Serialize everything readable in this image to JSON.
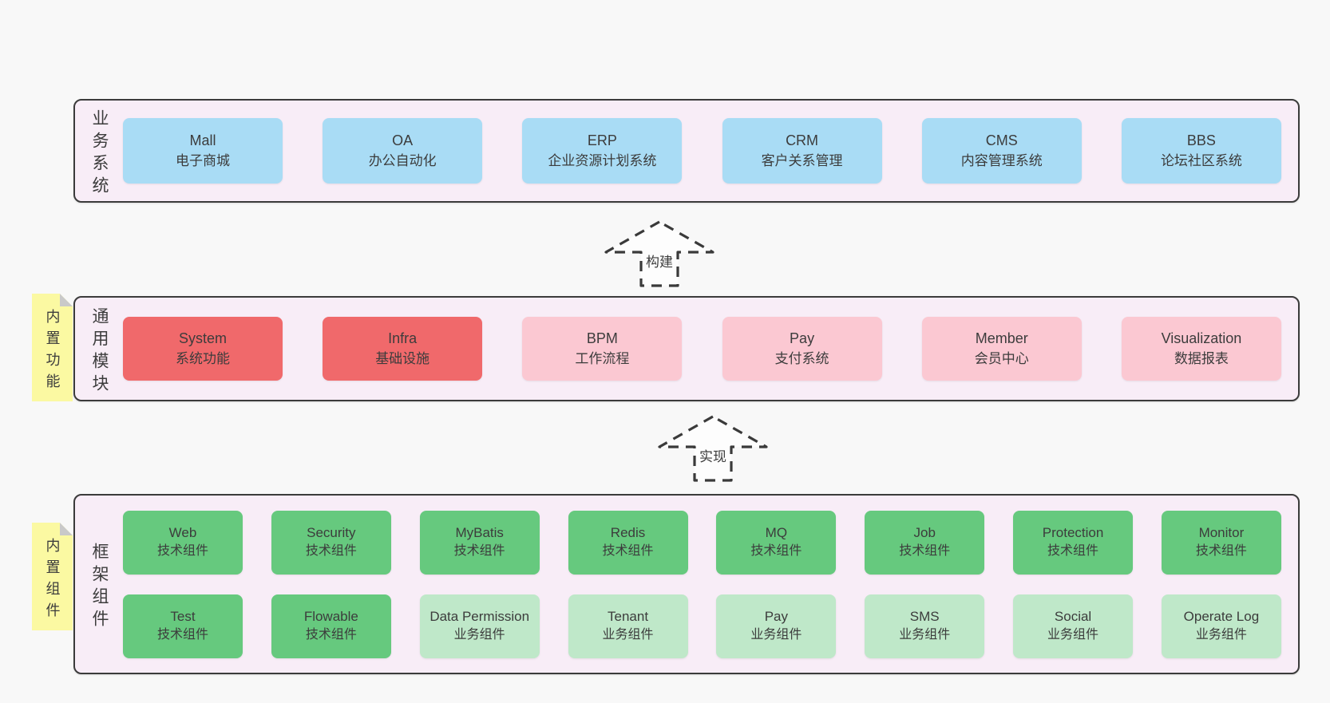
{
  "colors": {
    "page_bg": "#f8f8f8",
    "container_bg": "#f8edf7",
    "container_border": "#3b3b3b",
    "business_box_blue": "#a9dcf5",
    "module_box_red": "#f0696b",
    "module_box_pink": "#fbc8d2",
    "component_box_green_dark": "#66c97e",
    "component_box_green_light": "#bfe8c9",
    "sticky_yellow": "#fbf9a2",
    "sticky_fold_gray": "#c9c9c9",
    "arrow_stroke": "#3a3a3a",
    "text": "#3c3c3c"
  },
  "layers": [
    {
      "label": "业务系统",
      "items": [
        {
          "name": "Mall",
          "desc": "电子商城"
        },
        {
          "name": "OA",
          "desc": "办公自动化"
        },
        {
          "name": "ERP",
          "desc": "企业资源计划系统"
        },
        {
          "name": "CRM",
          "desc": "客户关系管理"
        },
        {
          "name": "CMS",
          "desc": "内容管理系统"
        },
        {
          "name": "BBS",
          "desc": "论坛社区系统"
        }
      ]
    },
    {
      "label": "通用模块",
      "sticky": "内置功能",
      "items": [
        {
          "name": "System",
          "desc": "系统功能"
        },
        {
          "name": "Infra",
          "desc": "基础设施"
        },
        {
          "name": "BPM",
          "desc": "工作流程"
        },
        {
          "name": "Pay",
          "desc": "支付系统"
        },
        {
          "name": "Member",
          "desc": "会员中心"
        },
        {
          "name": "Visualization",
          "desc": "数据报表"
        }
      ]
    },
    {
      "label": "框架组件",
      "sticky": "内置组件",
      "row1": [
        {
          "name": "Web",
          "desc": "技术组件"
        },
        {
          "name": "Security",
          "desc": "技术组件"
        },
        {
          "name": "MyBatis",
          "desc": "技术组件"
        },
        {
          "name": "Redis",
          "desc": "技术组件"
        },
        {
          "name": "MQ",
          "desc": "技术组件"
        },
        {
          "name": "Job",
          "desc": "技术组件"
        },
        {
          "name": "Protection",
          "desc": "技术组件"
        },
        {
          "name": "Monitor",
          "desc": "技术组件"
        }
      ],
      "row2": [
        {
          "name": "Test",
          "desc": "技术组件"
        },
        {
          "name": "Flowable",
          "desc": "技术组件"
        },
        {
          "name": "Data Permission",
          "desc": "业务组件"
        },
        {
          "name": "Tenant",
          "desc": "业务组件"
        },
        {
          "name": "Pay",
          "desc": "业务组件"
        },
        {
          "name": "SMS",
          "desc": "业务组件"
        },
        {
          "name": "Social",
          "desc": "业务组件"
        },
        {
          "name": "Operate Log",
          "desc": "业务组件"
        }
      ]
    }
  ],
  "arrows": [
    {
      "label": "构建"
    },
    {
      "label": "实现"
    }
  ]
}
